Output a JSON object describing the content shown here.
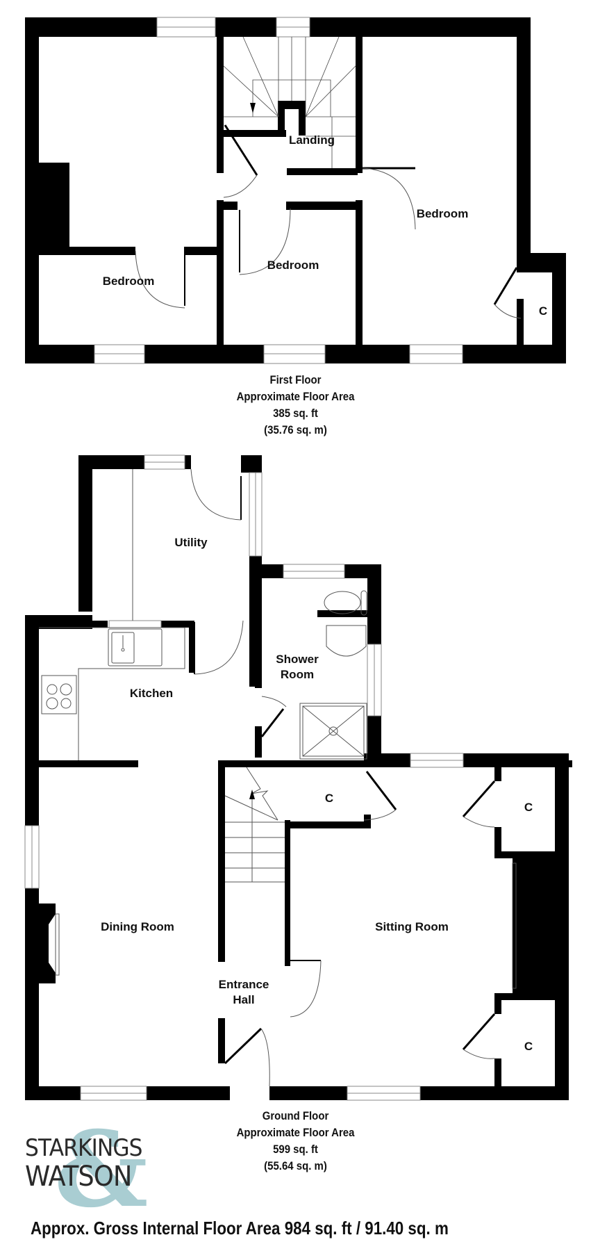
{
  "first_floor": {
    "rooms": [
      {
        "id": "bedroom-1",
        "label": "Bedroom"
      },
      {
        "id": "bedroom-2",
        "label": "Bedroom"
      },
      {
        "id": "bedroom-3",
        "label": "Bedroom"
      },
      {
        "id": "landing",
        "label": "Landing"
      },
      {
        "id": "cupboard",
        "label": "C"
      }
    ],
    "caption": {
      "floor_name": "First Floor",
      "area_label": "Approximate Floor Area",
      "area_sqft": "385 sq. ft",
      "area_sqm": "(35.76 sq. m)"
    }
  },
  "ground_floor": {
    "rooms": [
      {
        "id": "utility",
        "label": "Utility"
      },
      {
        "id": "kitchen",
        "label": "Kitchen"
      },
      {
        "id": "shower-room",
        "label": "Shower Room",
        "lines": [
          "Shower",
          "Room"
        ]
      },
      {
        "id": "dining-room",
        "label": "Dining Room"
      },
      {
        "id": "entrance-hall",
        "label": "Entrance Hall",
        "lines": [
          "Entrance",
          "Hall"
        ]
      },
      {
        "id": "sitting-room",
        "label": "Sitting Room"
      },
      {
        "id": "cupboard-hall",
        "label": "C"
      },
      {
        "id": "cupboard-sitting-top",
        "label": "C"
      },
      {
        "id": "cupboard-sitting-bottom",
        "label": "C"
      }
    ],
    "caption": {
      "floor_name": "Ground Floor",
      "area_label": "Approximate Floor Area",
      "area_sqft": "599 sq. ft",
      "area_sqm": "(55.64 sq. m)"
    }
  },
  "total_area": "Approx. Gross Internal Floor Area 984 sq. ft / 91.40 sq. m",
  "brand": {
    "line1": "STARKINGS",
    "line2": "WATSON",
    "ampersand": "&",
    "accent_color": "#a9cdd2"
  },
  "colors": {
    "wall": "#000000",
    "background": "#ffffff",
    "fixture": "#555555"
  }
}
